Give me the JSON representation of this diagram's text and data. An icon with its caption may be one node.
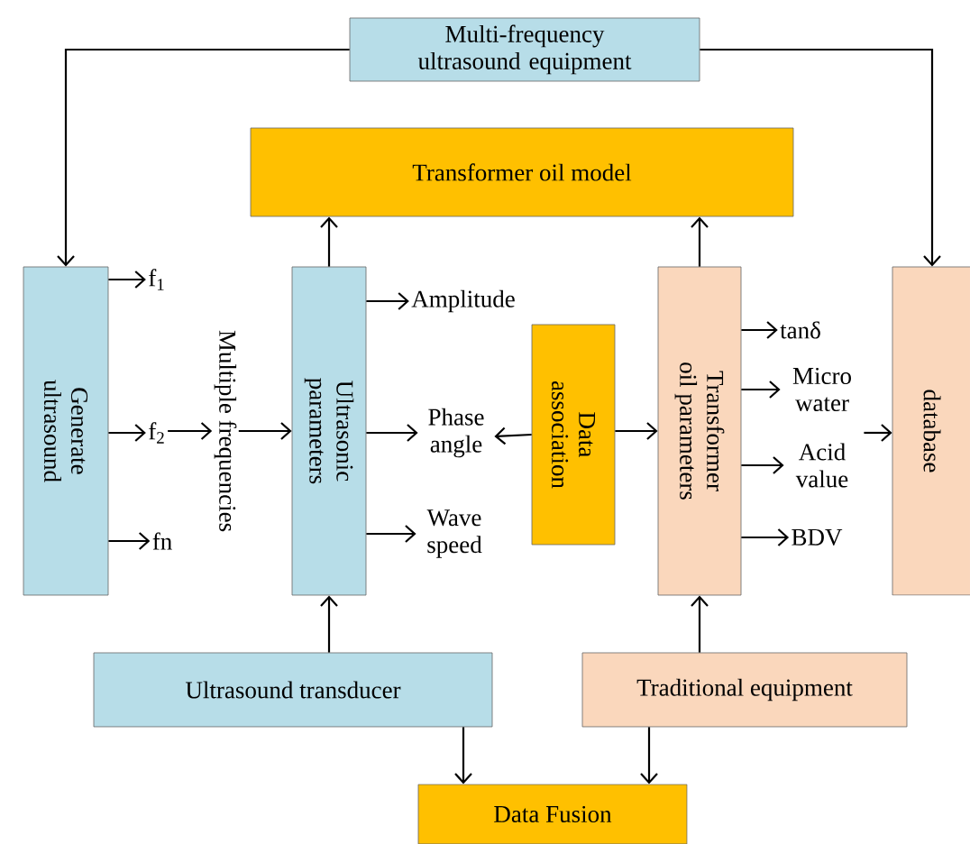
{
  "diagram": {
    "nodes": [
      {
        "text": [
          "Multi-frequency ultrasound equipment"
        ]
      },
      {
        "text": [
          "Transformer oil model"
        ]
      },
      {
        "text": [
          "Generate ultrasound"
        ]
      },
      {
        "text": [
          "f$_{1}$"
        ]
      },
      {
        "text": [
          "f$_{2}$"
        ]
      },
      {
        "text": [
          "fn"
        ]
      },
      {
        "text": [
          "Multiple frequencies"
        ]
      },
      {
        "text": [
          "Ultrasonic parameters"
        ]
      },
      {
        "text": [
          "Amplitude"
        ]
      },
      {
        "text": [
          "Phase angle"
        ]
      },
      {
        "text": [
          "Wave speed"
        ]
      },
      {
        "text": [
          "Data association"
        ]
      },
      {
        "text": [
          "Transformer oil parameters"
        ]
      },
      {
        "text": [
          "tanδ"
        ]
      },
      {
        "text": [
          "Micro water"
        ]
      },
      {
        "text": [
          "Acid value"
        ]
      },
      {
        "text": [
          "BDV"
        ]
      },
      {
        "text": [
          "database"
        ]
      },
      {
        "text": [
          "Ultrasound transducer"
        ]
      },
      {
        "text": [
          "Traditional equipment"
        ]
      },
      {
        "text": [
          "Data Fusion"
        ]
      }
    ],
    "edges": [
      {
        "from": 0,
        "to": 2,
        "arrow": "to"
      },
      {
        "from": 0,
        "to": 17,
        "arrow": "to"
      },
      {
        "from": 7,
        "to": 1,
        "arrow": "to"
      },
      {
        "from": 12,
        "to": 1,
        "arrow": "to"
      },
      {
        "from": 2,
        "to": 3,
        "arrow": "to"
      },
      {
        "from": 2,
        "to": 4,
        "arrow": "to"
      },
      {
        "from": 2,
        "to": 5,
        "arrow": "to"
      },
      {
        "from": 4,
        "to": 6,
        "arrow": "to"
      },
      {
        "from": 6,
        "to": 7,
        "arrow": "to"
      },
      {
        "from": 7,
        "to": 8,
        "arrow": "to"
      },
      {
        "from": 7,
        "to": 9,
        "arrow": "to"
      },
      {
        "from": 7,
        "to": 10,
        "arrow": "to"
      },
      {
        "from": 11,
        "to": 9,
        "arrow": "to"
      },
      {
        "from": 11,
        "to": 12,
        "arrow": "to"
      },
      {
        "from": 12,
        "to": 13,
        "arrow": "to"
      },
      {
        "from": 12,
        "to": 14,
        "arrow": "to"
      },
      {
        "from": 12,
        "to": 15,
        "arrow": "to"
      },
      {
        "from": 12,
        "to": 16,
        "arrow": "to"
      },
      {
        "from": 14,
        "to": 17,
        "arrow": "to"
      },
      {
        "from": 18,
        "to": 7,
        "arrow": "to"
      },
      {
        "from": 19,
        "to": 12,
        "arrow": "to"
      },
      {
        "from": 18,
        "to": 20,
        "arrow": "to"
      },
      {
        "from": 19,
        "to": 20,
        "arrow": "to"
      }
    ]
  }
}
